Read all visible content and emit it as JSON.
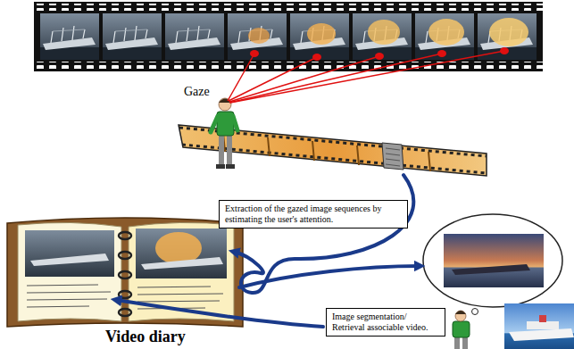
{
  "diagram": {
    "nodes": [
      {
        "text": [
          "Extraction of the gazed image sequences by estimating the user's attention."
        ]
      },
      {
        "text": [
          "Image segmentation/ Retrieval associable video."
        ]
      }
    ],
    "labels": [
      "Gaze",
      "Video diary"
    ]
  }
}
